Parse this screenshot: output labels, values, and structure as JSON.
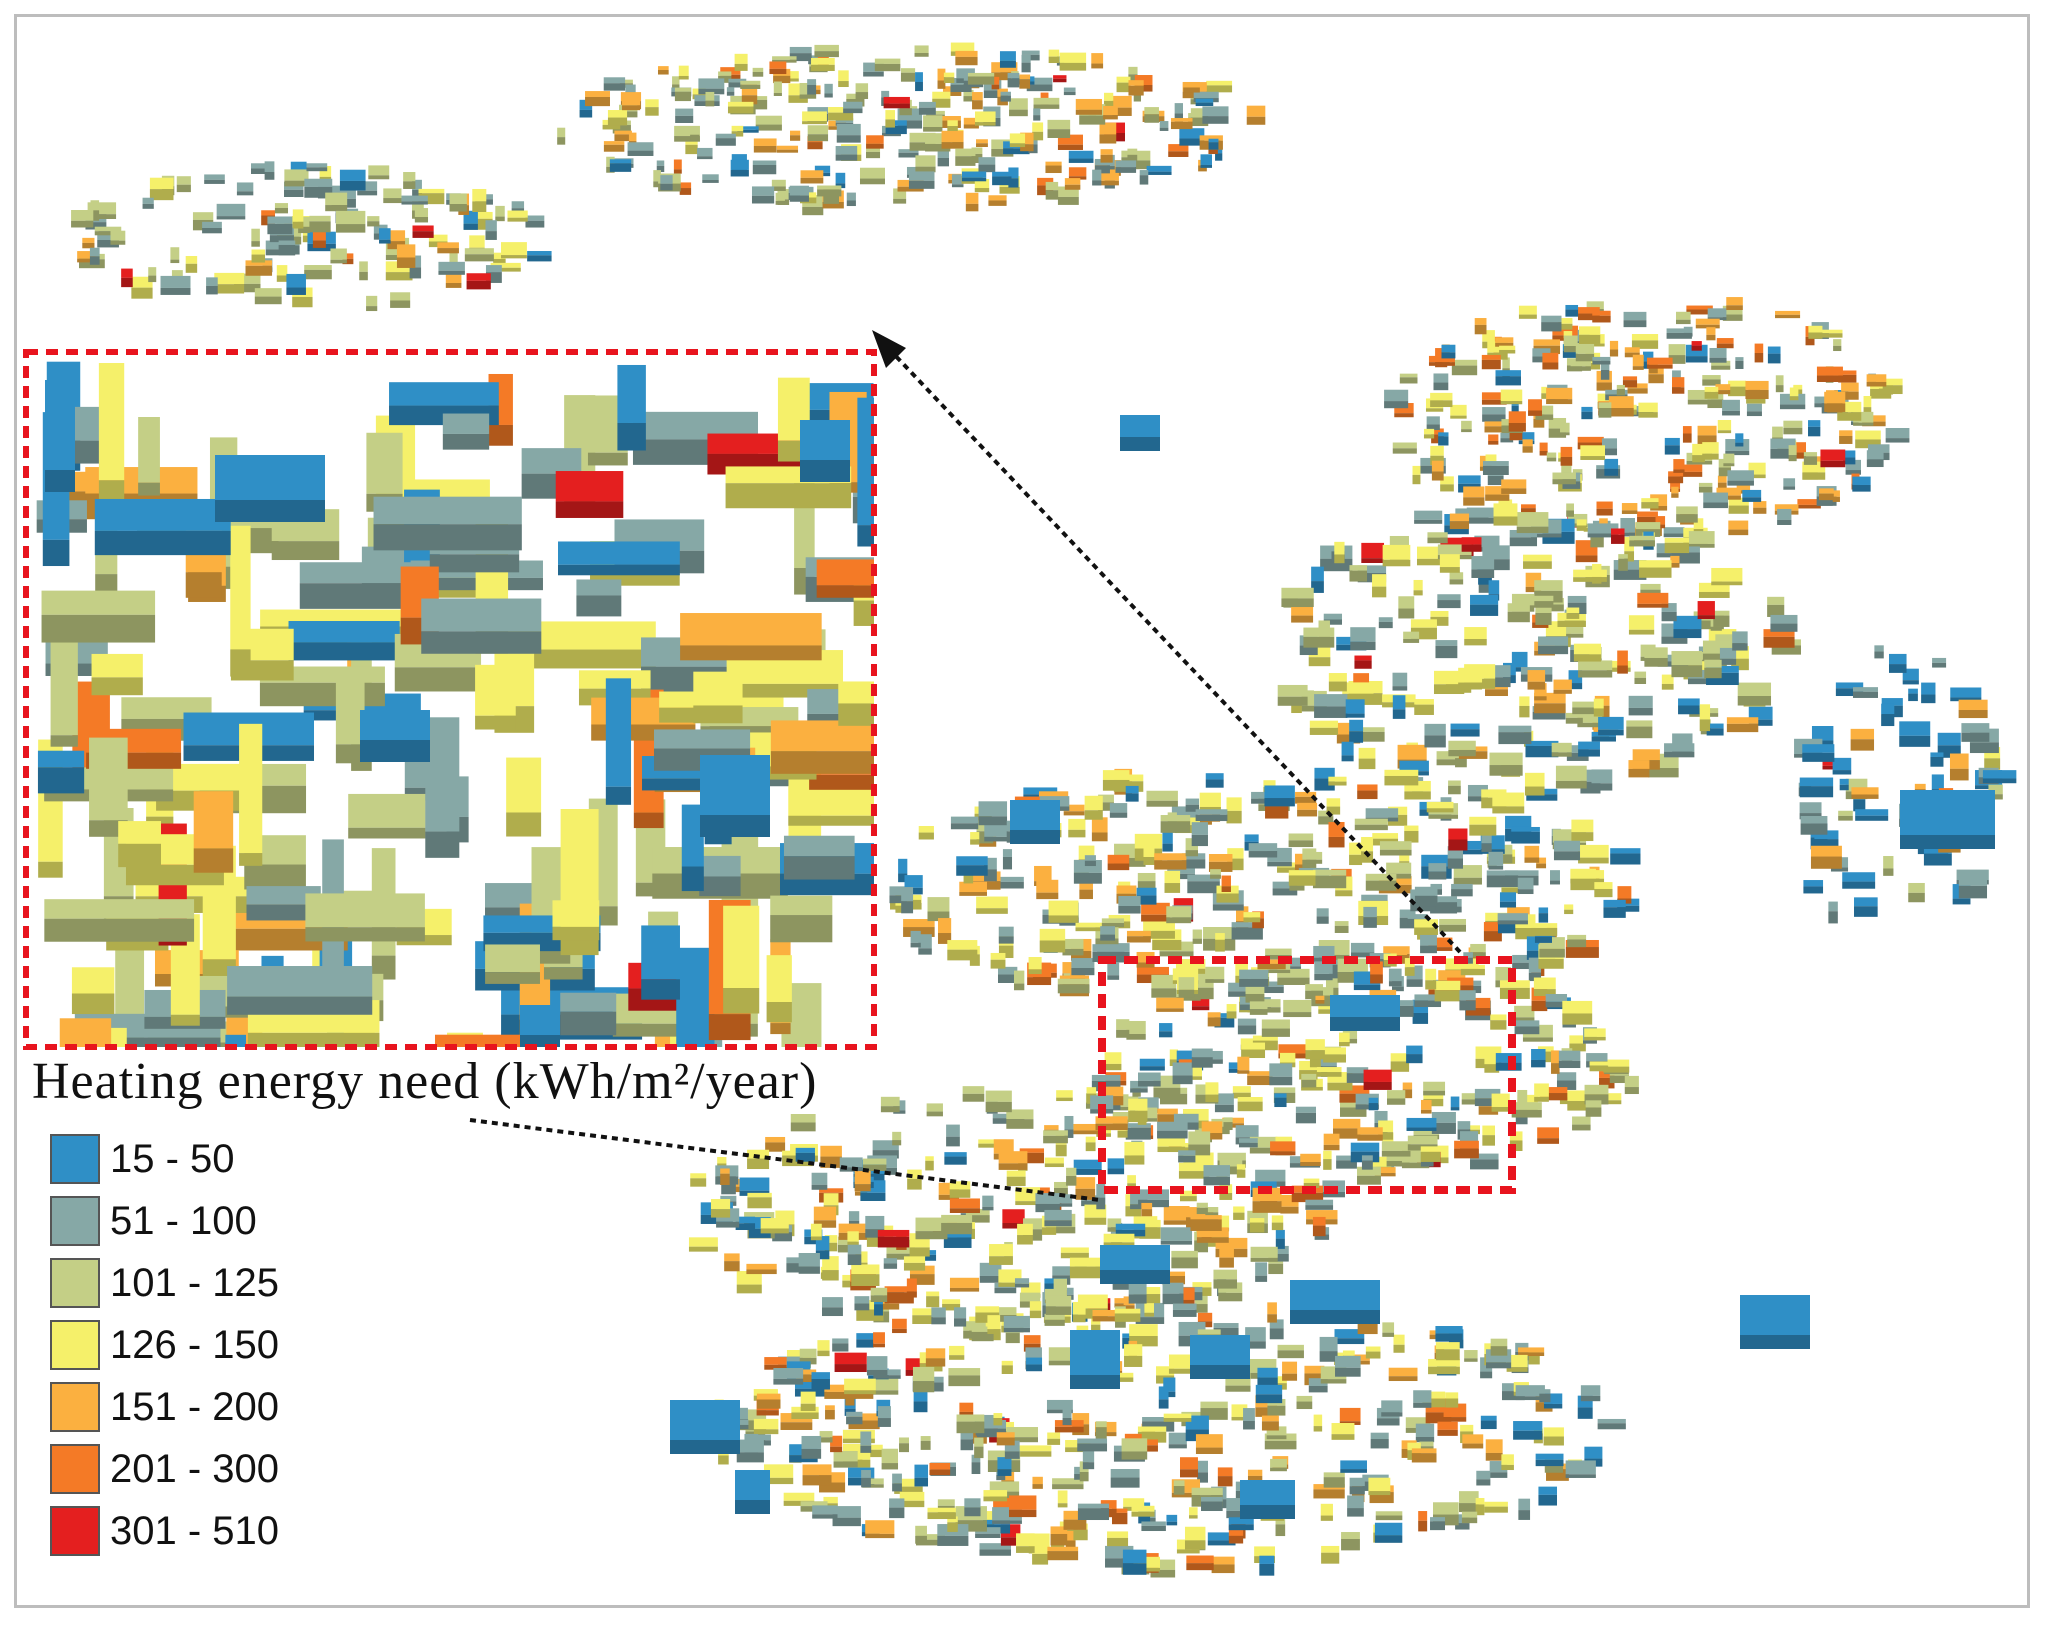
{
  "legend": {
    "title": "Heating energy need (kWh/m²/year)",
    "classes": [
      {
        "label": "15 - 50",
        "color": "#2f8fc6"
      },
      {
        "label": "51 - 100",
        "color": "#86a8a6"
      },
      {
        "label": "101 - 125",
        "color": "#c4cf86"
      },
      {
        "label": "126 - 150",
        "color": "#f5f06a"
      },
      {
        "label": "151 - 200",
        "color": "#fbb040"
      },
      {
        "label": "201 - 300",
        "color": "#f47a26"
      },
      {
        "label": "301 - 510",
        "color": "#e41f1f"
      }
    ]
  },
  "zoom_box_color": "#e8141e",
  "arrow_color": "#111111"
}
